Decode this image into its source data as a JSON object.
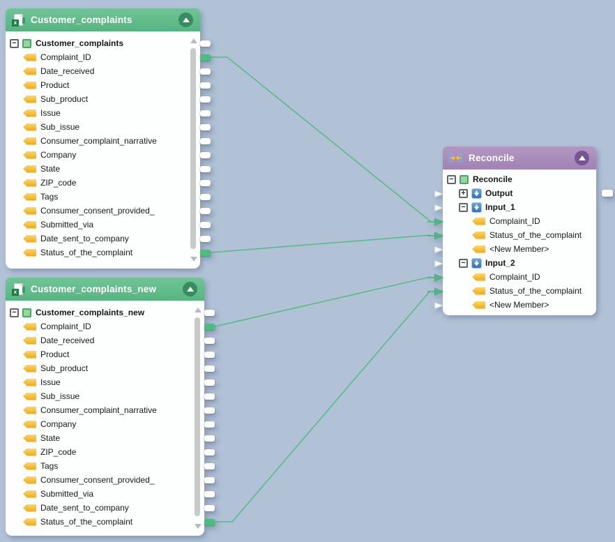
{
  "canvas": {
    "background": "#b1c1d6",
    "connection_color": "#56bb84"
  },
  "components": [
    {
      "id": "customer-complaints",
      "kind": "excel-source",
      "title": "Customer_complaints",
      "header_color": "#5abb86",
      "header_button_color": "#388d60",
      "type_icon": "excel-file-icon",
      "collapse_icon": "collapse-up-icon",
      "root": {
        "label": "Customer_complaints",
        "toggle": "minus",
        "icon": "table-node-icon",
        "bold": true
      },
      "fields": [
        {
          "label": "Complaint_ID",
          "connected": true
        },
        {
          "label": "Date_received"
        },
        {
          "label": "Product"
        },
        {
          "label": "Sub_product"
        },
        {
          "label": "Issue"
        },
        {
          "label": "Sub_issue"
        },
        {
          "label": "Consumer_complaint_narrative"
        },
        {
          "label": "Company"
        },
        {
          "label": "State"
        },
        {
          "label": "ZIP_code"
        },
        {
          "label": "Tags"
        },
        {
          "label": "Consumer_consent_provided_"
        },
        {
          "label": "Submitted_via"
        },
        {
          "label": "Date_sent_to_company"
        },
        {
          "label": "Status_of_the_complaint",
          "connected": true
        }
      ],
      "scrollbar": true
    },
    {
      "id": "customer-complaints-new",
      "kind": "excel-source",
      "title": "Customer_complaints_new",
      "header_color": "#5abb86",
      "header_button_color": "#388d60",
      "type_icon": "excel-file-icon",
      "collapse_icon": "collapse-up-icon",
      "root": {
        "label": "Customer_complaints_new",
        "toggle": "minus",
        "icon": "table-node-icon",
        "bold": true
      },
      "fields": [
        {
          "label": "Complaint_ID",
          "connected": true
        },
        {
          "label": "Date_received"
        },
        {
          "label": "Product"
        },
        {
          "label": "Sub_product"
        },
        {
          "label": "Issue"
        },
        {
          "label": "Sub_issue"
        },
        {
          "label": "Consumer_complaint_narrative"
        },
        {
          "label": "Company"
        },
        {
          "label": "State"
        },
        {
          "label": "ZIP_code"
        },
        {
          "label": "Tags"
        },
        {
          "label": "Consumer_consent_provided_"
        },
        {
          "label": "Submitted_via"
        },
        {
          "label": "Date_sent_to_company"
        },
        {
          "label": "Status_of_the_complaint",
          "connected": true
        }
      ],
      "scrollbar": true
    },
    {
      "id": "reconcile",
      "kind": "transform",
      "title": "Reconcile",
      "header_color": "#a687bb",
      "header_button_color": "#77538f",
      "type_icon": "reconcile-arrows-icon",
      "collapse_icon": "collapse-up-icon",
      "rows": [
        {
          "label": "Reconcile",
          "level": 0,
          "toggle": "minus",
          "icon": "table-node-icon",
          "bold": true
        },
        {
          "label": "Output",
          "level": 1,
          "toggle": "plus",
          "icon": "structure-node-icon",
          "bold": true,
          "stub_left": "plain",
          "stub_right": "plain"
        },
        {
          "label": "Input_1",
          "level": 1,
          "toggle": "minus",
          "icon": "structure-node-icon",
          "bold": true,
          "stub_left": "plain"
        },
        {
          "label": "Complaint_ID",
          "level": 2,
          "icon": "field-tag-icon",
          "stub_left": "connected"
        },
        {
          "label": "Status_of_the_complaint",
          "level": 2,
          "icon": "field-tag-icon",
          "stub_left": "connected"
        },
        {
          "label": "<New Member>",
          "level": 2,
          "icon": "field-tag-icon",
          "stub_left": "plain"
        },
        {
          "label": "Input_2",
          "level": 1,
          "toggle": "minus",
          "icon": "structure-node-icon",
          "bold": true,
          "stub_left": "plain"
        },
        {
          "label": "Complaint_ID",
          "level": 2,
          "icon": "field-tag-icon",
          "stub_left": "connected"
        },
        {
          "label": "Status_of_the_complaint",
          "level": 2,
          "icon": "field-tag-icon",
          "stub_left": "connected"
        },
        {
          "label": "<New Member>",
          "level": 2,
          "icon": "field-tag-icon",
          "stub_left": "plain"
        }
      ]
    }
  ],
  "connections": [
    {
      "from": "Customer_complaints.Complaint_ID",
      "to": "Reconcile.Input_1.Complaint_ID"
    },
    {
      "from": "Customer_complaints.Status_of_the_complaint",
      "to": "Reconcile.Input_1.Status_of_the_complaint"
    },
    {
      "from": "Customer_complaints_new.Complaint_ID",
      "to": "Reconcile.Input_2.Complaint_ID"
    },
    {
      "from": "Customer_complaints_new.Status_of_the_complaint",
      "to": "Reconcile.Input_2.Status_of_the_complaint"
    }
  ]
}
